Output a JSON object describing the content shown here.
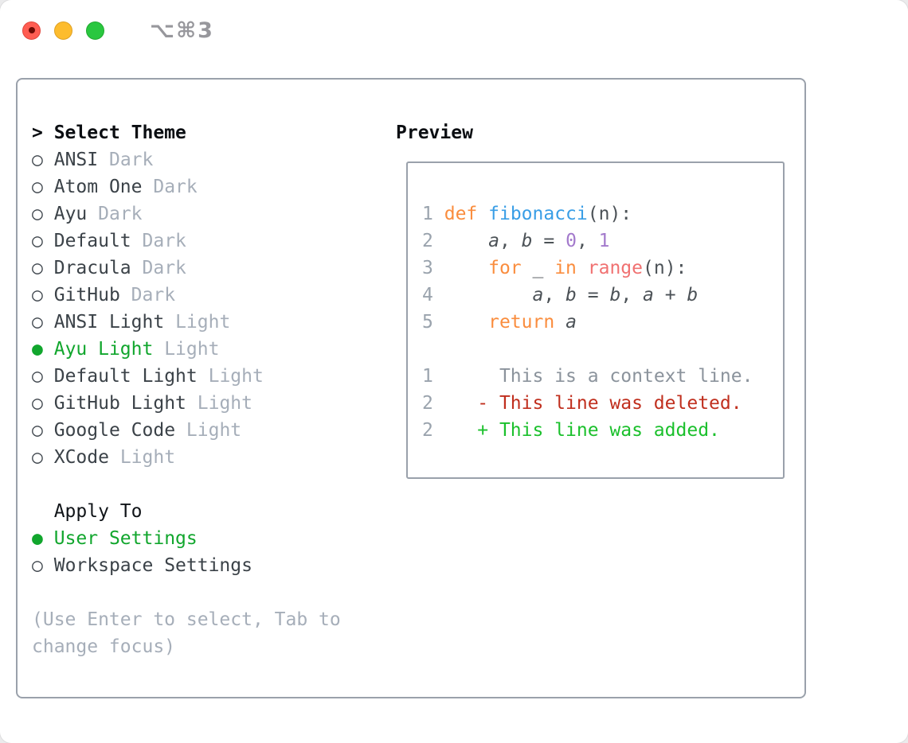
{
  "window": {
    "title": "⌥⌘3",
    "traffic_lights": [
      "close",
      "minimize",
      "zoom"
    ]
  },
  "colors": {
    "panel_border": "#9aa1ab",
    "selection_green": "#11a62d",
    "keyword_orange": "#fa8d3e",
    "function_blue": "#399ee6",
    "number_purple": "#a37acc",
    "builtin_salmon": "#f07171",
    "diff_deleted_red": "#c02f1e",
    "diff_added_green": "#1bc02c",
    "muted_gray": "#a6aeb9"
  },
  "glyphs": {
    "header_prefix": ">",
    "radio_unselected": "○",
    "radio_selected": "●"
  },
  "theme_list": {
    "header": "Select Theme",
    "items": [
      {
        "name": "ANSI",
        "variant": "Dark",
        "selected": false
      },
      {
        "name": "Atom One",
        "variant": "Dark",
        "selected": false
      },
      {
        "name": "Ayu",
        "variant": "Dark",
        "selected": false
      },
      {
        "name": "Default",
        "variant": "Dark",
        "selected": false
      },
      {
        "name": "Dracula",
        "variant": "Dark",
        "selected": false
      },
      {
        "name": "GitHub",
        "variant": "Dark",
        "selected": false
      },
      {
        "name": "ANSI Light",
        "variant": "Light",
        "selected": false
      },
      {
        "name": "Ayu Light",
        "variant": "Light",
        "selected": true
      },
      {
        "name": "Default Light",
        "variant": "Light",
        "selected": false
      },
      {
        "name": "GitHub Light",
        "variant": "Light",
        "selected": false
      },
      {
        "name": "Google Code",
        "variant": "Light",
        "selected": false
      },
      {
        "name": "XCode",
        "variant": "Light",
        "selected": false
      }
    ]
  },
  "apply_to": {
    "header": "Apply To",
    "options": [
      {
        "label": "User Settings",
        "selected": true
      },
      {
        "label": "Workspace Settings",
        "selected": false
      }
    ]
  },
  "hint_lines": [
    "(Use Enter to select, Tab to",
    "change focus)"
  ],
  "preview": {
    "header": "Preview",
    "lines": [
      {
        "tokens": [
          [
            "1",
            "ln"
          ],
          [
            " ",
            "fg"
          ],
          [
            "def",
            "kw"
          ],
          [
            " ",
            "fg"
          ],
          [
            "fibonacci",
            "fn"
          ],
          [
            "(n):",
            "fg"
          ]
        ]
      },
      {
        "tokens": [
          [
            "2",
            "ln"
          ],
          [
            "     ",
            "fg"
          ],
          [
            "a",
            "var"
          ],
          [
            ", ",
            "fg"
          ],
          [
            "b",
            "var"
          ],
          [
            " = ",
            "fg"
          ],
          [
            "0",
            "num"
          ],
          [
            ", ",
            "fg"
          ],
          [
            "1",
            "num"
          ]
        ]
      },
      {
        "tokens": [
          [
            "3",
            "ln"
          ],
          [
            "     ",
            "fg"
          ],
          [
            "for",
            "kw"
          ],
          [
            " _ ",
            "fg"
          ],
          [
            "in",
            "kw"
          ],
          [
            " ",
            "fg"
          ],
          [
            "range",
            "bi"
          ],
          [
            "(n):",
            "fg"
          ]
        ]
      },
      {
        "tokens": [
          [
            "4",
            "ln"
          ],
          [
            "         ",
            "fg"
          ],
          [
            "a",
            "var"
          ],
          [
            ", ",
            "fg"
          ],
          [
            "b",
            "var"
          ],
          [
            " = ",
            "fg"
          ],
          [
            "b",
            "var"
          ],
          [
            ", ",
            "fg"
          ],
          [
            "a",
            "var"
          ],
          [
            " + ",
            "fg"
          ],
          [
            "b",
            "var"
          ]
        ]
      },
      {
        "tokens": [
          [
            "5",
            "ln"
          ],
          [
            "     ",
            "fg"
          ],
          [
            "return",
            "kw"
          ],
          [
            " ",
            "fg"
          ],
          [
            "a",
            "var"
          ]
        ]
      },
      {
        "tokens": []
      },
      {
        "tokens": [
          [
            "1",
            "ln"
          ],
          [
            "      ",
            "fg"
          ],
          [
            "This is a context line.",
            "ctx"
          ]
        ]
      },
      {
        "tokens": [
          [
            "2",
            "ln"
          ],
          [
            "    ",
            "fg"
          ],
          [
            "- This line was deleted.",
            "del"
          ]
        ]
      },
      {
        "tokens": [
          [
            "2",
            "ln"
          ],
          [
            "    ",
            "fg"
          ],
          [
            "+ This line was added.",
            "add"
          ]
        ]
      }
    ]
  }
}
